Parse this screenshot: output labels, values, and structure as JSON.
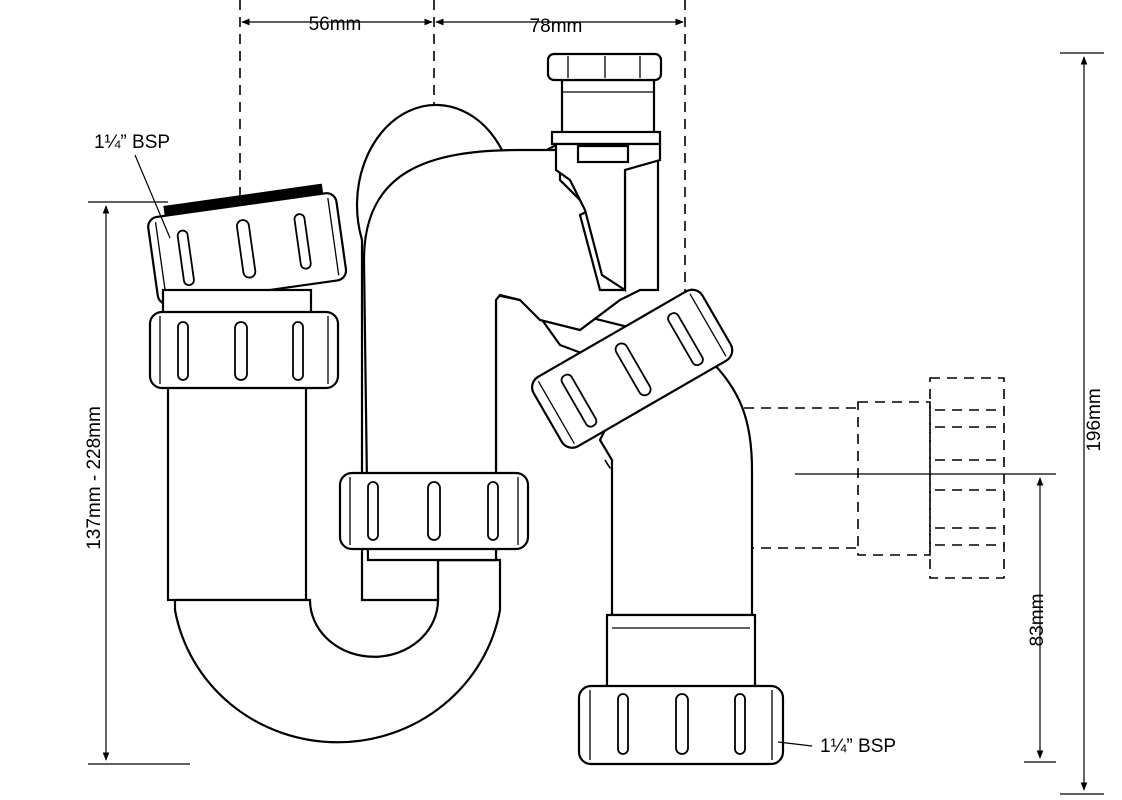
{
  "dimensions": {
    "top_left": "56mm",
    "top_right": "78mm",
    "left_height": "137mm - 228mm",
    "right_height": "196mm",
    "outlet_height": "83mm"
  },
  "labels": {
    "inlet_thread": "1¼” BSP",
    "outlet_thread": "1¼” BSP"
  }
}
